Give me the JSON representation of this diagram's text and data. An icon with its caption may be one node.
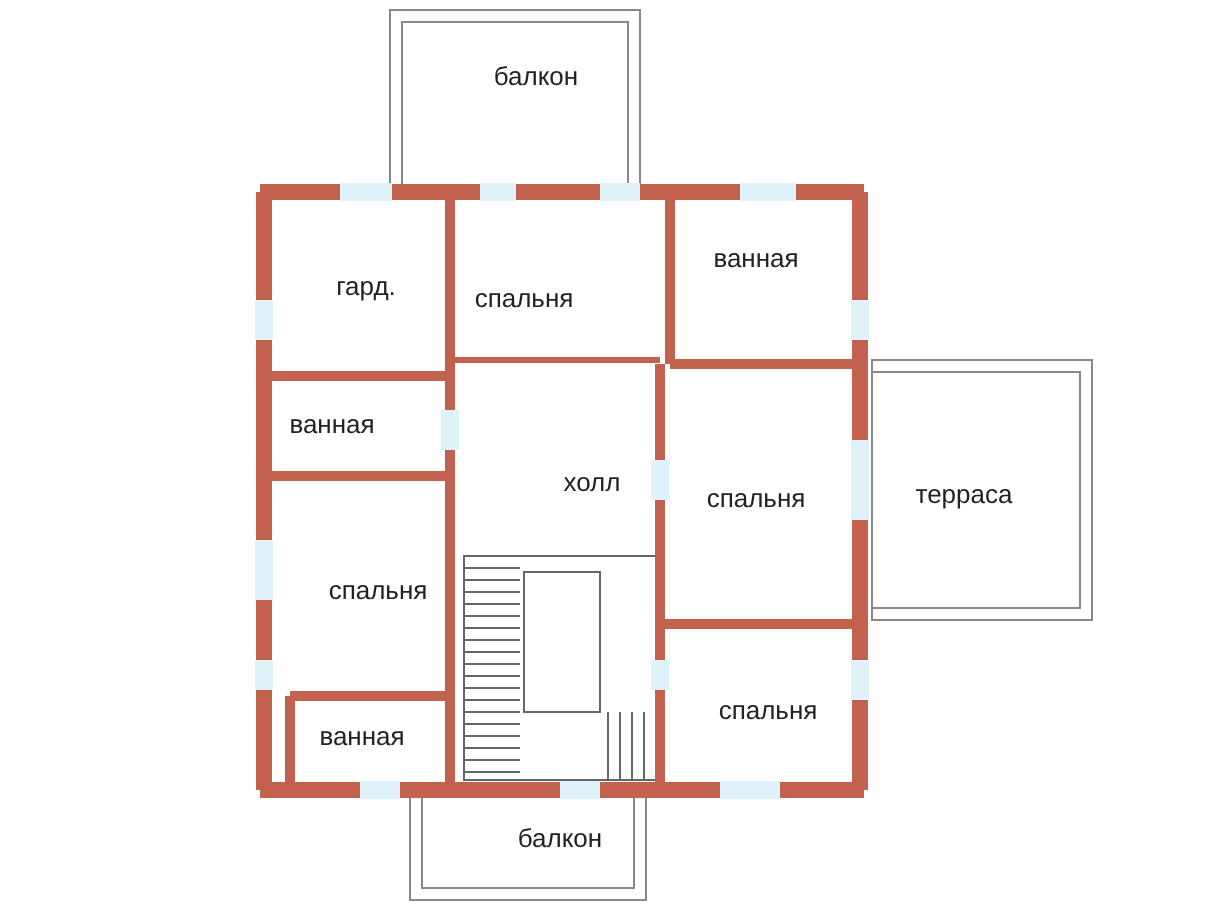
{
  "diagram": {
    "labels": [
      "балкон",
      "гард.",
      "спальня",
      "ванная",
      "ванная",
      "холл",
      "спальня",
      "терраса",
      "спальня",
      "ванная",
      "спальня",
      "балкон"
    ]
  }
}
